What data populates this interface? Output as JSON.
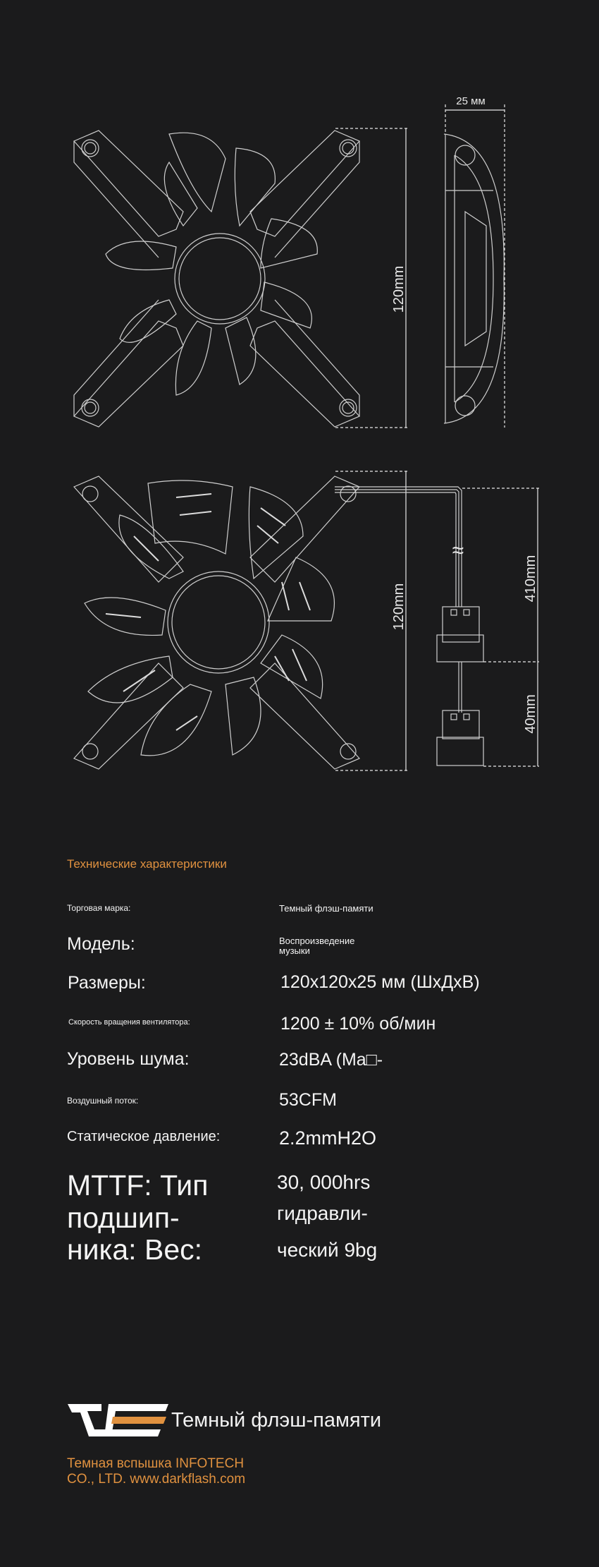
{
  "dimensions": {
    "depth": "25 мм",
    "height_top": "120mm",
    "height_bottom": "120mm",
    "cable": "410mm",
    "connector": "40mm",
    "wave_glyph": "≈"
  },
  "specs": {
    "title": "Технические характеристики",
    "brand_label": "Торговая марка:",
    "brand_value": "Темный флэш-памяти",
    "model_label": "Модель:",
    "model_value": "Воспроизведение музыки",
    "size_label": "Размеры:",
    "size_value": "120x120x25 мм (ШхДхВ)",
    "speed_label": "Скорость вращения вентилятора:",
    "speed_value": "1200 ± 10% об/мин",
    "noise_label": "Уровень шума:",
    "noise_value": "23dBA (Ma□-",
    "airflow_label": "Воздушный поток:",
    "airflow_value": "53CFM",
    "pressure_label": "Статическое давление:",
    "pressure_value": "2.2mmH2O",
    "mttf_label": "MTTF: Тип подшип-",
    "mttf_label_2": "ника: Вес:",
    "mttf_value": "30, 000hrs",
    "mttf_value_2": "гидравли-",
    "mttf_value_3": "ческий 9bg"
  },
  "footer": {
    "brand_name": "Темный флэш-памяти",
    "company_line1": "Темная вспышка INFOTECH",
    "company_line2": "CO., LTD. www.darkflash.com"
  },
  "colors": {
    "background": "#1b1b1c",
    "accent": "#e0913f",
    "text": "#f2f2f2"
  }
}
